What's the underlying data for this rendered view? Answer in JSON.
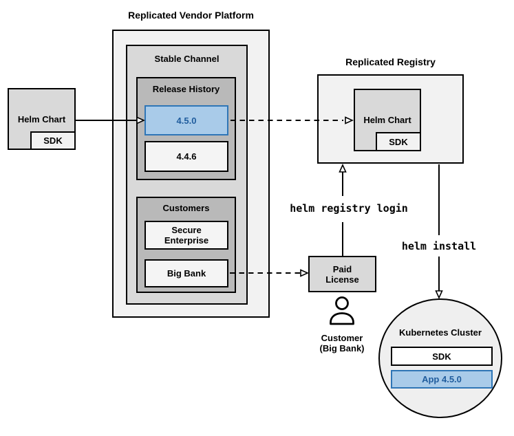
{
  "background": "#ffffff",
  "colors": {
    "container_fill": "#f2f2f2",
    "panel_fill": "#d9d9d9",
    "group_fill": "#b9b9b9",
    "item_fill": "#f4f4f4",
    "highlight_fill": "#a9cbe9",
    "highlight_border": "#2e75b6",
    "highlight_text": "#1f5c9d",
    "line_color": "#000000"
  },
  "vendor_platform": {
    "title": "Replicated Vendor Platform",
    "stable_channel": {
      "title": "Stable Channel",
      "release_history": {
        "title": "Release History",
        "releases": [
          "4.5.0",
          "4.4.6"
        ],
        "highlighted_release": "4.5.0"
      },
      "customers": {
        "title": "Customers",
        "items": [
          [
            "Secure",
            "Enterprise"
          ],
          [
            "Big Bank"
          ]
        ]
      }
    }
  },
  "source": {
    "chart_label": "Helm Chart",
    "sdk_label": "SDK"
  },
  "registry": {
    "title": "Replicated Registry",
    "chart_label": "Helm Chart",
    "sdk_label": "SDK"
  },
  "license": {
    "lines": [
      "Paid",
      "License"
    ]
  },
  "customer": {
    "lines": [
      "Customer",
      "(Big Bank)"
    ]
  },
  "commands": {
    "registry_login": "helm registry login",
    "install": "helm install"
  },
  "cluster": {
    "title": "Kubernetes Cluster",
    "sdk_label": "SDK",
    "app_label": "App 4.5.0"
  }
}
